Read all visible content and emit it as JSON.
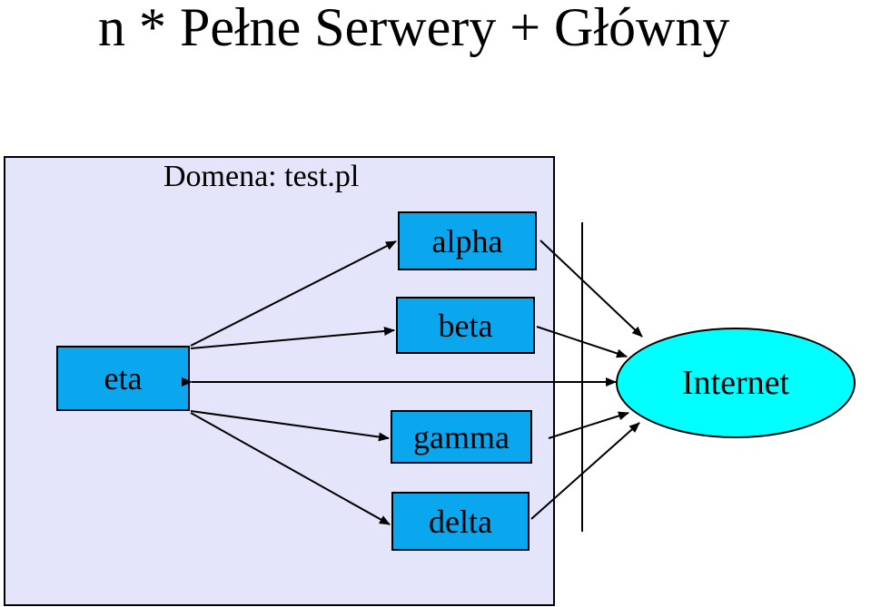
{
  "title": "n * Pełne Serwery + Główny",
  "domain": {
    "label": "Domena: test.pl",
    "fill_color": "#e4e4fa"
  },
  "servers": {
    "alpha": "alpha",
    "beta": "beta",
    "gamma": "gamma",
    "delta": "delta",
    "eta": "eta"
  },
  "internet": {
    "label": "Internet",
    "fill_color": "#00ffff"
  },
  "colors": {
    "server_fill": "#0aa7ee",
    "line": "#000000"
  },
  "connections": [
    {
      "from": "eta",
      "to": "alpha",
      "type": "arrow"
    },
    {
      "from": "eta",
      "to": "beta",
      "type": "arrow"
    },
    {
      "from": "eta",
      "to": "internet",
      "type": "bidirectional-arrow"
    },
    {
      "from": "eta",
      "to": "gamma",
      "type": "arrow"
    },
    {
      "from": "eta",
      "to": "delta",
      "type": "arrow"
    },
    {
      "from": "alpha",
      "to": "internet",
      "type": "arrow"
    },
    {
      "from": "beta",
      "to": "internet",
      "type": "arrow"
    },
    {
      "from": "gamma",
      "to": "internet",
      "type": "arrow"
    },
    {
      "from": "delta",
      "to": "internet",
      "type": "arrow"
    }
  ],
  "separator": "firewall-line"
}
